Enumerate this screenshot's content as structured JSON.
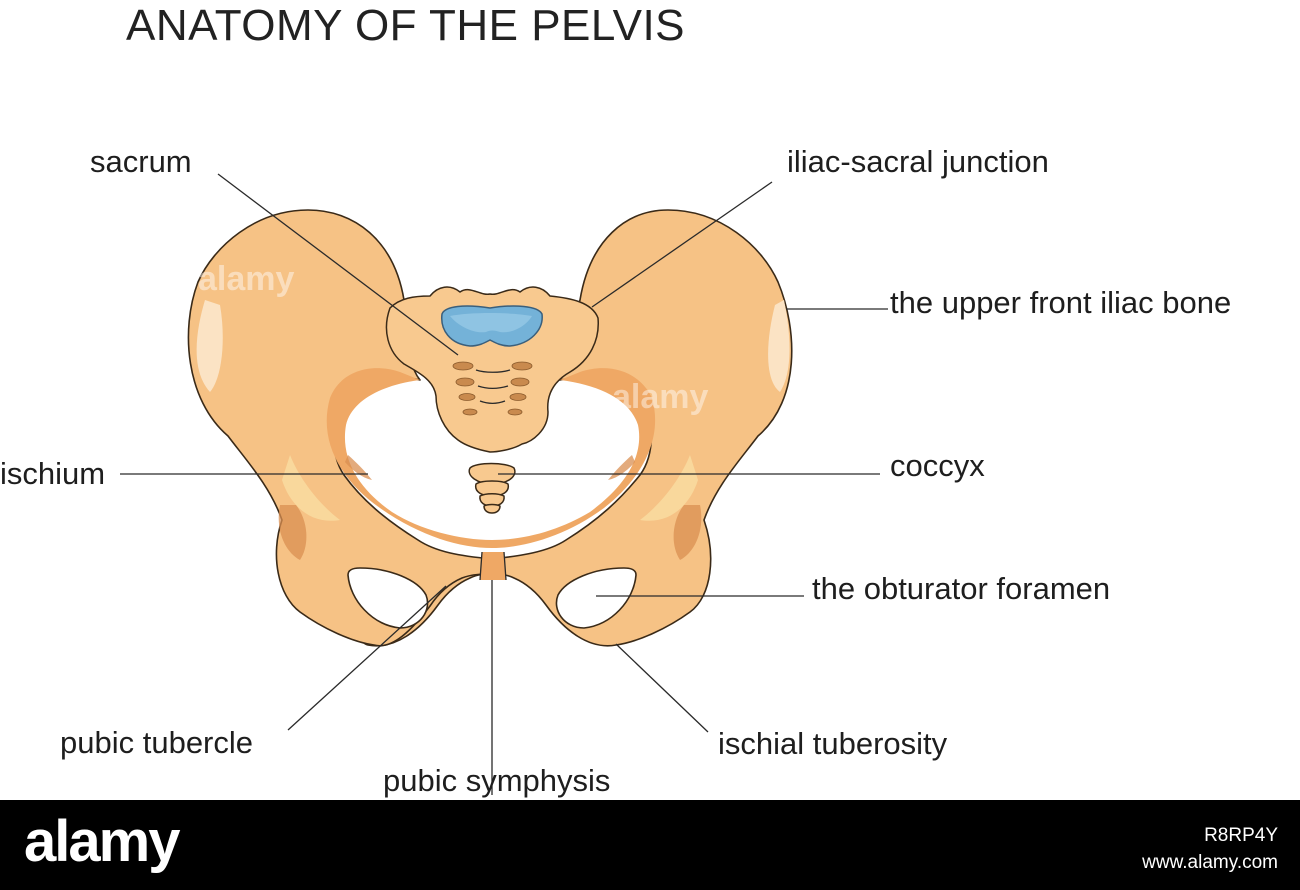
{
  "title": "ANATOMY OF THE PELVIS",
  "labels": {
    "sacrum": "sacrum",
    "iliac_sacral_junction": "iliac-sacral junction",
    "upper_front_iliac_bone": "the upper front iliac bone",
    "ischium": "ischium",
    "coccyx": "coccyx",
    "obturator_foramen": "the obturator foramen",
    "pubic_tubercle": "pubic tubercle",
    "ischial_tuberosity": "ischial tuberosity",
    "pubic_symphysis": "pubic symphysis"
  },
  "watermark": "alamy",
  "footer": {
    "brand": "alamy",
    "image_id": "R8RP4Y",
    "site": "www.alamy.com"
  },
  "colors": {
    "bone": "#f6c285",
    "bone_shadow": "#efa865",
    "disc": "#74b2d8",
    "footer_bg": "#000000"
  }
}
